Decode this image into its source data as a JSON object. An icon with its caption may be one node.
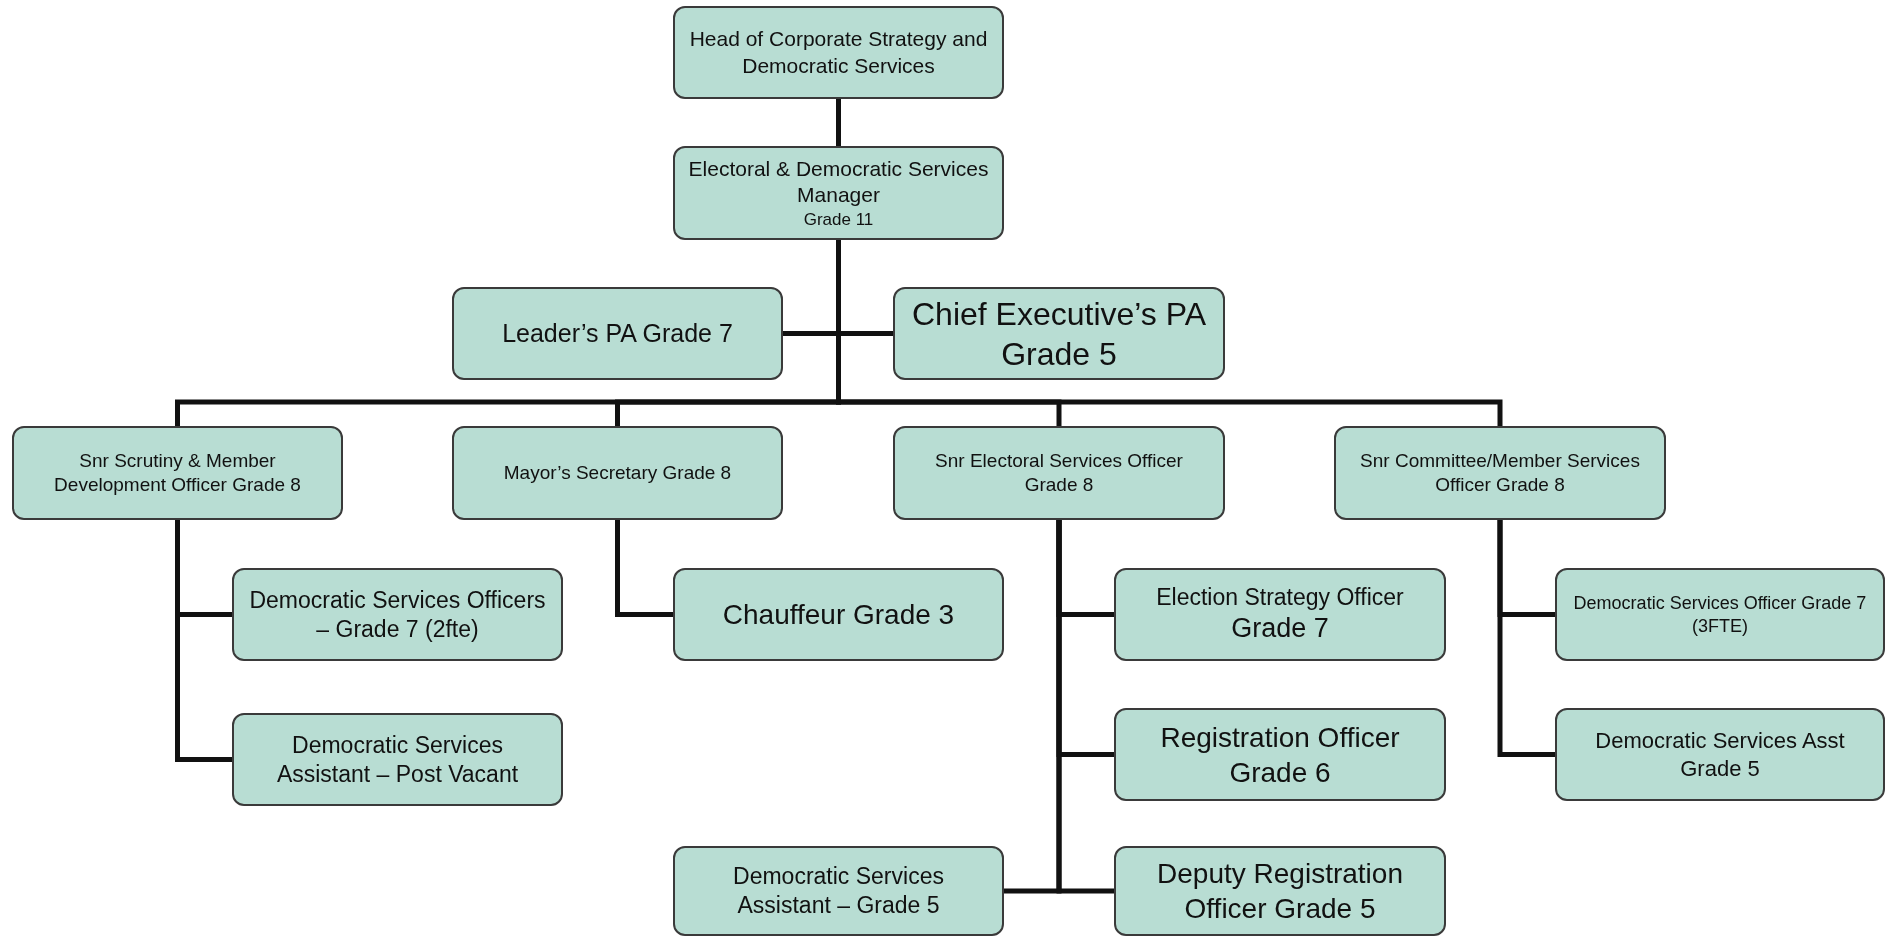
{
  "diagram": {
    "nodes": [
      {
        "text": [
          "Head of Corporate Strategy and Democratic Services"
        ]
      },
      {
        "text": [
          "Electoral & Democratic Services Manager",
          "Grade 11"
        ]
      },
      {
        "text": [
          "Leader’s PA Grade 7"
        ]
      },
      {
        "text": [
          "Chief Executive’s PA Grade 5"
        ]
      },
      {
        "text": [
          "Snr Scrutiny & Member Development Officer Grade 8"
        ]
      },
      {
        "text": [
          "Mayor’s Secretary Grade 8"
        ]
      },
      {
        "text": [
          "Snr Electoral Services Officer Grade 8"
        ]
      },
      {
        "text": [
          "Snr Committee/Member Services Officer Grade 8"
        ]
      },
      {
        "text": [
          "Democratic Services Officers – Grade 7 (2fte)"
        ]
      },
      {
        "text": [
          "Democratic Services Assistant – Post Vacant"
        ]
      },
      {
        "text": [
          "Chauffeur Grade 3"
        ]
      },
      {
        "text": [
          "Election Strategy Officer",
          "Grade 7"
        ]
      },
      {
        "text": [
          "Registration Officer Grade 6"
        ]
      },
      {
        "text": [
          "Deputy Registration Officer Grade 5"
        ]
      },
      {
        "text": [
          "Democratic Services Assistant – Grade 5"
        ]
      },
      {
        "text": [
          "Democratic Services Officer Grade 7 (3FTE)"
        ]
      },
      {
        "text": [
          "Democratic Services Asst Grade 5"
        ]
      }
    ],
    "edges": [
      {
        "from": 0,
        "to": 1,
        "arrow": "none"
      },
      {
        "from": 1,
        "to": 2,
        "arrow": "none"
      },
      {
        "from": 1,
        "to": 3,
        "arrow": "none"
      },
      {
        "from": 1,
        "to": 4,
        "arrow": "none"
      },
      {
        "from": 1,
        "to": 5,
        "arrow": "none"
      },
      {
        "from": 1,
        "to": 6,
        "arrow": "none"
      },
      {
        "from": 1,
        "to": 7,
        "arrow": "none"
      },
      {
        "from": 4,
        "to": 8,
        "arrow": "none"
      },
      {
        "from": 4,
        "to": 9,
        "arrow": "none"
      },
      {
        "from": 5,
        "to": 10,
        "arrow": "none"
      },
      {
        "from": 6,
        "to": 11,
        "arrow": "none"
      },
      {
        "from": 6,
        "to": 12,
        "arrow": "none"
      },
      {
        "from": 6,
        "to": 13,
        "arrow": "none"
      },
      {
        "from": 6,
        "to": 14,
        "arrow": "none"
      },
      {
        "from": 7,
        "to": 15,
        "arrow": "none"
      },
      {
        "from": 7,
        "to": 16,
        "arrow": "none"
      }
    ]
  }
}
